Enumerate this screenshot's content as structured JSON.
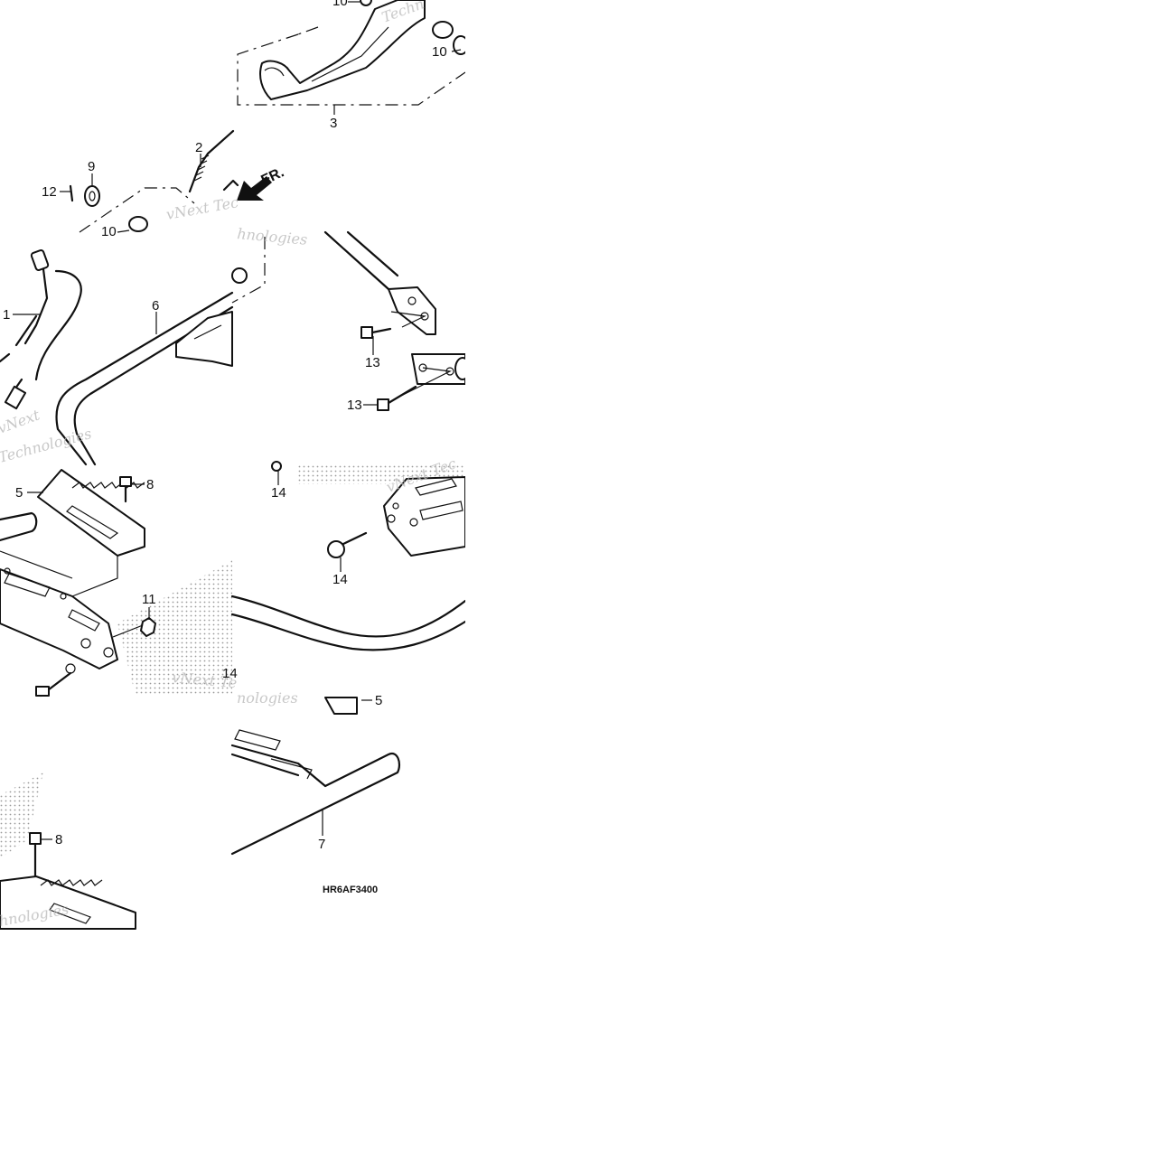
{
  "diagram": {
    "callouts": [
      "1",
      "2",
      "3",
      "5",
      "5",
      "6",
      "7",
      "8",
      "8",
      "9",
      "10",
      "10",
      "10",
      "11",
      "12",
      "13",
      "13",
      "14",
      "14",
      "14"
    ],
    "direction_label": "FR.",
    "figure_code": "HR6AF3400",
    "watermark": [
      "vNext Tec",
      "hnologies",
      "vNext",
      "Technologies",
      "Techn",
      "vNext Te",
      "vNext Tec",
      "hnologies",
      "nologies"
    ]
  }
}
